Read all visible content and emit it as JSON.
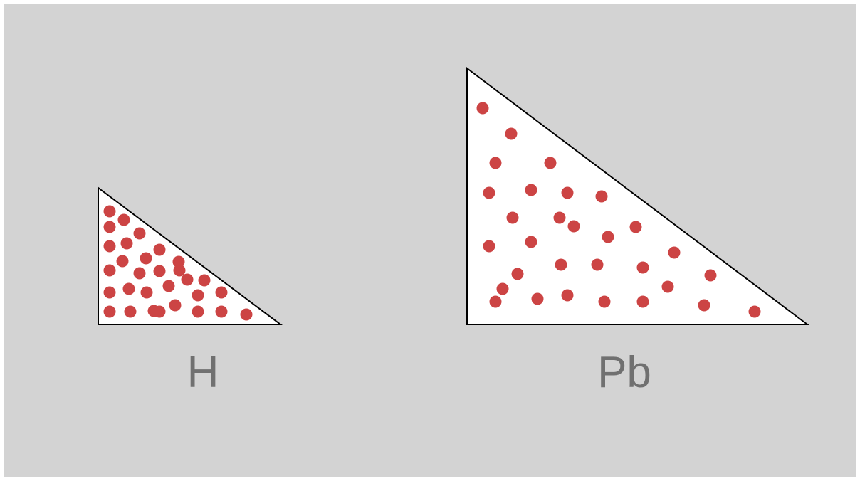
{
  "colors": {
    "background": "#d3d3d3",
    "triangle_fill": "#ffffff",
    "triangle_stroke": "#000000",
    "particle": "#cc4444",
    "label": "#707070"
  },
  "containers": [
    {
      "label": "H",
      "particles_shown": 30
    },
    {
      "label": "Pb",
      "particles_shown": 30
    }
  ]
}
